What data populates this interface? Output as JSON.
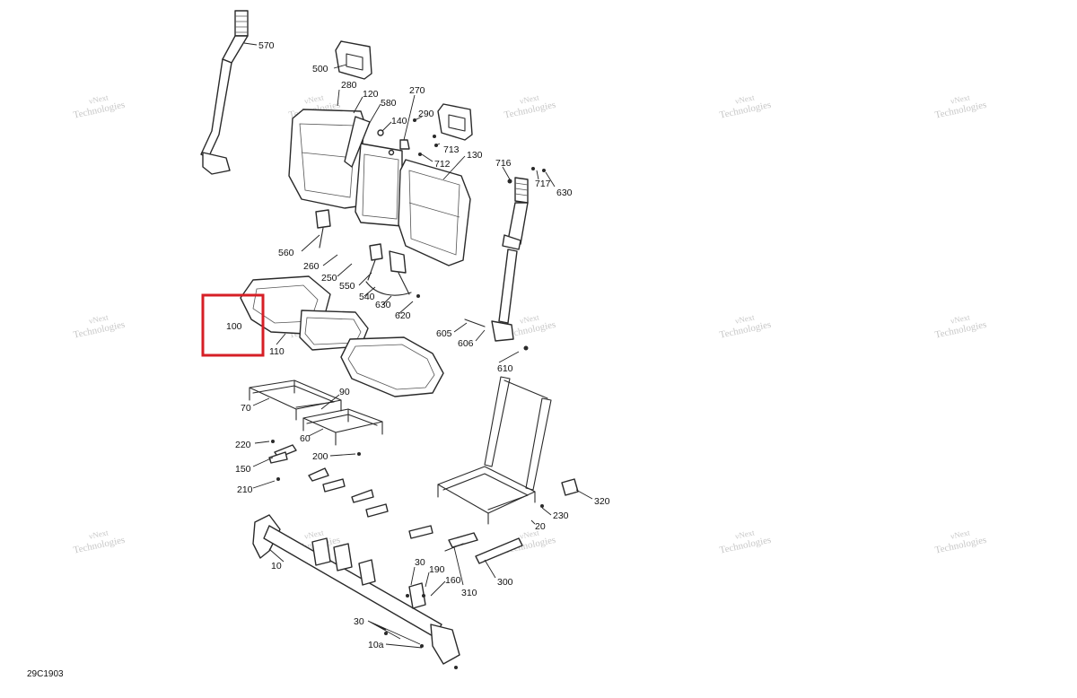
{
  "diagram": {
    "drawing_number": "29C1903",
    "watermark": {
      "line1": "vNext",
      "line2": "Technologies"
    },
    "highlighted_part": "100",
    "callouts": {
      "c570": "570",
      "c500": "500",
      "c280": "280",
      "c120": "120",
      "c580": "580",
      "c270": "270",
      "c290": "290",
      "c140": "140",
      "c713": "713",
      "c712": "712",
      "c130": "130",
      "c716": "716",
      "c717": "717",
      "c630a": "630",
      "c560": "560",
      "c260": "260",
      "c250": "250",
      "c550": "550",
      "c540": "540",
      "c630b": "630",
      "c620": "620",
      "c605": "605",
      "c606": "606",
      "c610": "610",
      "c100": "100",
      "c110": "110",
      "c90": "90",
      "c70": "70",
      "c60": "60",
      "c220": "220",
      "c200": "200",
      "c150": "150",
      "c210": "210",
      "c320": "320",
      "c230": "230",
      "c20": "20",
      "c10": "10",
      "c30a": "30",
      "c190": "190",
      "c160": "160",
      "c310": "310",
      "c300": "300",
      "c30b": "30",
      "c10a": "10a"
    }
  }
}
